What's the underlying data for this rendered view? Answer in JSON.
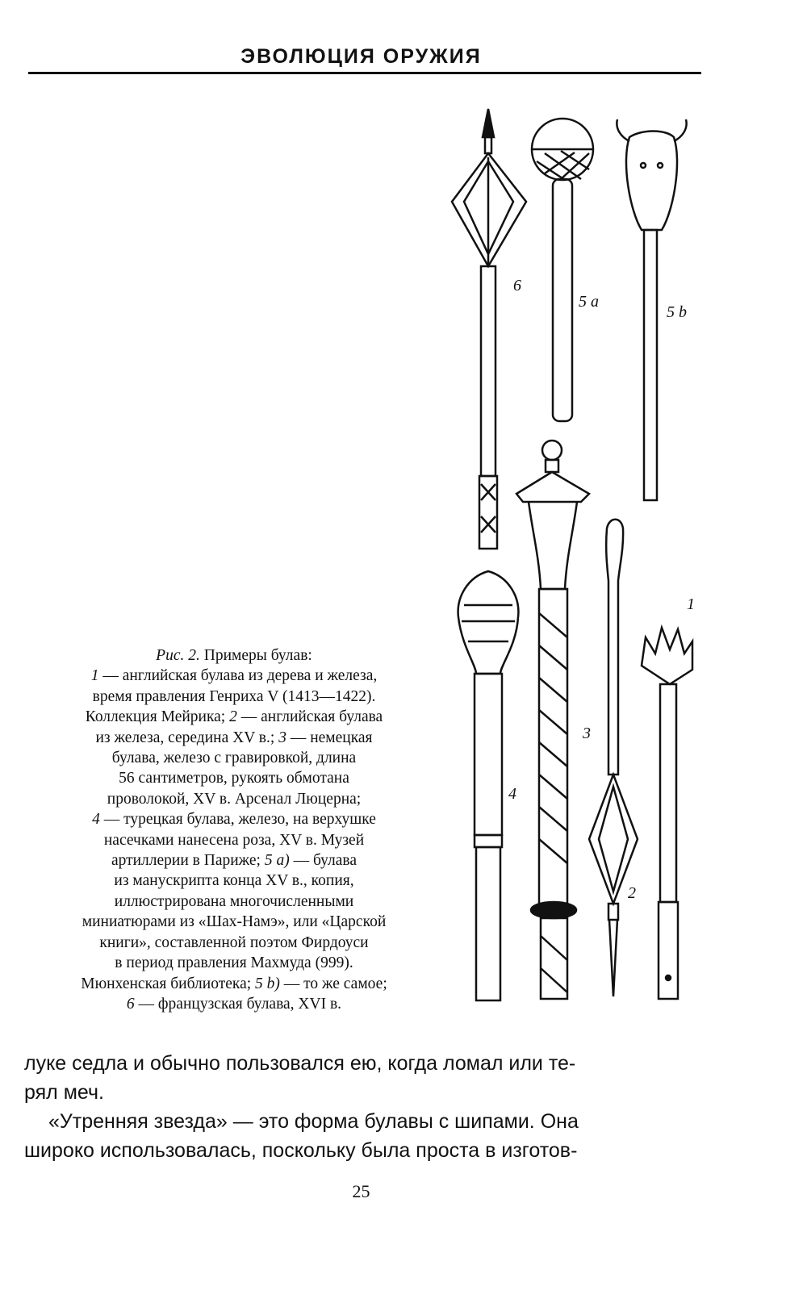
{
  "header": {
    "title": "ЭВОЛЮЦИЯ ОРУЖИЯ"
  },
  "figure": {
    "labels": {
      "m6": "6",
      "m5a": "5 a",
      "m5b": "5 b",
      "m1": "1",
      "m3": "3",
      "m4": "4",
      "m2": "2"
    },
    "caption": {
      "fig_label": "Рис. 2.",
      "lines": [
        " Примеры булав:",
        "1",
        " — английская булава из дерева и железа,",
        "время правления Генриха V (1413—1422).",
        "Коллекция Мейрика; ",
        "2",
        " — английская булава",
        "из железа, середина XV в.; ",
        "3",
        " — немецкая",
        "булава, железо с гравировкой, длина",
        "56 сантиметров, рукоять обмотана",
        "проволокой, XV в. Арсенал Люцерна;",
        "4",
        " — турецкая булава, железо, на верхушке",
        "насечками нанесена роза, XV в. Музей",
        "артиллерии в Париже; ",
        "5 a)",
        " — булава",
        "из манускрипта конца XV в., копия,",
        "иллюстрирована многочисленными",
        "миниатюрами из «Шах-Намэ», или «Царской",
        "книги», составленной поэтом Фирдоуси",
        "в период правления Махмуда (999).",
        "Мюнхенская библиотека; ",
        "5 b)",
        " — то же самое;",
        "6",
        " — французская булава, XVI в."
      ]
    }
  },
  "body": {
    "lines": [
      "луке седла и обычно пользовался ею, когда ломал или те-",
      "рял меч.",
      "«Утренняя звезда» — это форма булавы с шипами. Она",
      "широко использовалась, поскольку была проста в изготов-"
    ]
  },
  "page_number": "25"
}
